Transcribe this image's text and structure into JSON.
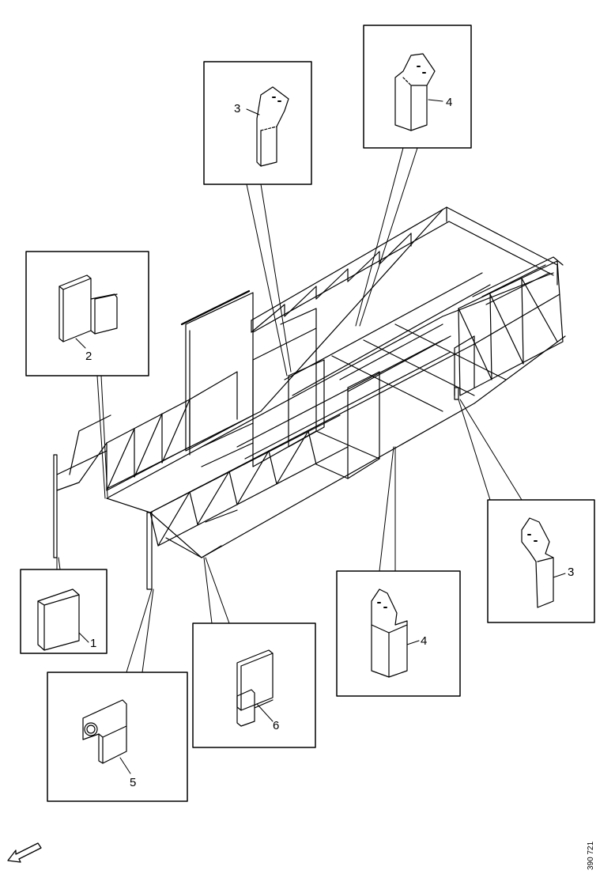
{
  "diagram": {
    "callouts": [
      {
        "id": "callout-1",
        "label": "1"
      },
      {
        "id": "callout-2",
        "label": "2"
      },
      {
        "id": "callout-3-top",
        "label": "3"
      },
      {
        "id": "callout-4-top",
        "label": "4"
      },
      {
        "id": "callout-3-right",
        "label": "3"
      },
      {
        "id": "callout-4-bottom",
        "label": "4"
      },
      {
        "id": "callout-5",
        "label": "5"
      },
      {
        "id": "callout-6",
        "label": "6"
      }
    ],
    "reference_code": "390 721",
    "colors": {
      "line": "#000000",
      "background": "#ffffff"
    },
    "icons": {
      "orientation": "arrow-icon"
    }
  }
}
